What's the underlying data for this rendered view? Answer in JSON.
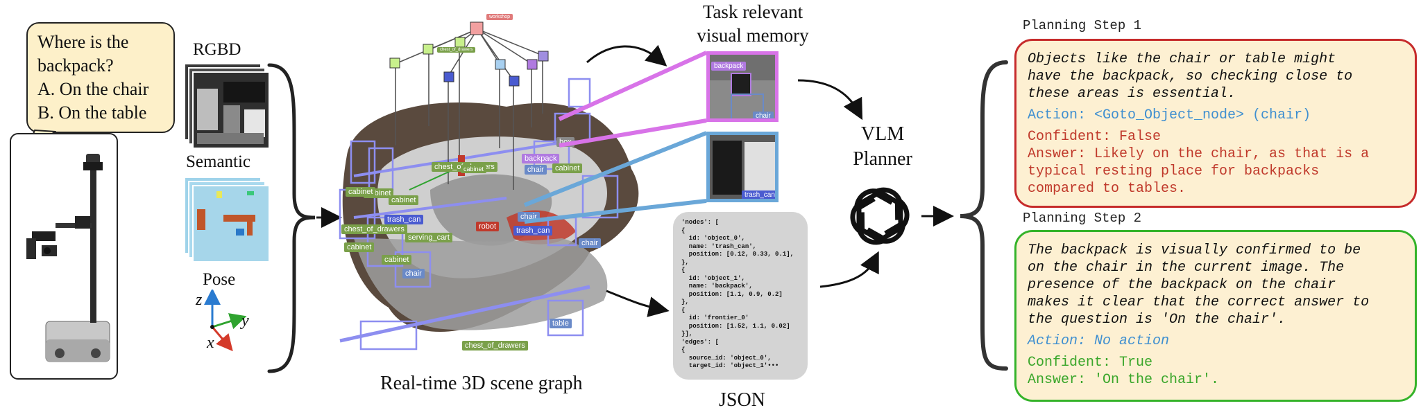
{
  "question": {
    "line1": "Where is the",
    "line2": "backpack?",
    "option_a": "A. On the chair",
    "option_b": "B. On the table"
  },
  "inputs": {
    "rgbd": "RGBD",
    "semantic": "Semantic",
    "pose": "Pose",
    "axis_z": "z",
    "axis_y": "y",
    "axis_x": "x"
  },
  "scene_graph": {
    "caption": "Real-time 3D scene graph",
    "root_label": "workshop",
    "object_labels": [
      "cabinet",
      "chest_of_drawers",
      "cabinet",
      "cabinet",
      "trash_can",
      "chest_of_drawers",
      "serving_cart",
      "cabinet",
      "cabinet",
      "chair",
      "backpack",
      "chair",
      "cabinet",
      "box",
      "robot",
      "trash_can",
      "chair",
      "chair",
      "table",
      "chest_of_drawers",
      "cabinet",
      "chest_of_drawers"
    ],
    "robot_label": "robot"
  },
  "memory": {
    "title_line1": "Task relevant",
    "title_line2": "visual memory",
    "img1_labels": [
      "backpack",
      "chair"
    ],
    "img2_labels": [
      "trash_can"
    ]
  },
  "json_panel": {
    "caption": "JSON",
    "lines": [
      "'nodes': [",
      "{",
      "  id: 'object_0',",
      "  name: 'trash_can',",
      "  position: [0.12, 0.33, 0.1],",
      "},",
      "{",
      "  id: 'object_1',",
      "  name: 'backpack',",
      "  position: [1.1, 0.9, 0.2]",
      "},",
      "{",
      "  id: 'frontier_0'",
      "  position: [1.52, 1.1, 0.02]",
      "}],",
      "'edges': [",
      "{",
      "  source_id: 'object_0',",
      "  target_id: 'object_1'•••"
    ]
  },
  "planner": {
    "line1": "VLM",
    "line2": "Planner"
  },
  "step1": {
    "title": "Planning Step 1",
    "reasoning": [
      "Objects like the chair or table might",
      "have the backpack, so checking close to",
      "these areas is essential."
    ],
    "action": "Action: <Goto_Object_node> (chair)",
    "confident": "Confident: False",
    "answer": [
      "Answer: Likely on the chair, as that is a",
      "typical resting place for backpacks",
      "compared to tables."
    ]
  },
  "step2": {
    "title": "Planning Step 2",
    "reasoning": [
      "The backpack is visually confirmed to be",
      "on the chair in the current image. The",
      "presence of the backpack on the chair",
      "makes it clear that the correct answer to",
      "the question is 'On the chair'."
    ],
    "action": "Action: No action",
    "confident": "Confident: True",
    "answer": "Answer: 'On the chair'."
  },
  "colors": {
    "bubble_fill": "#fdf0c9",
    "step1_border": "#c62b2b",
    "step1_text": "#c0392b",
    "step2_border": "#35b32a",
    "step2_text": "#3aa62a",
    "action_blue": "#3f8fd0",
    "memory_magenta": "#d873e8",
    "memory_blue": "#6aa7d8",
    "graph_box": "#8d8ef0"
  }
}
